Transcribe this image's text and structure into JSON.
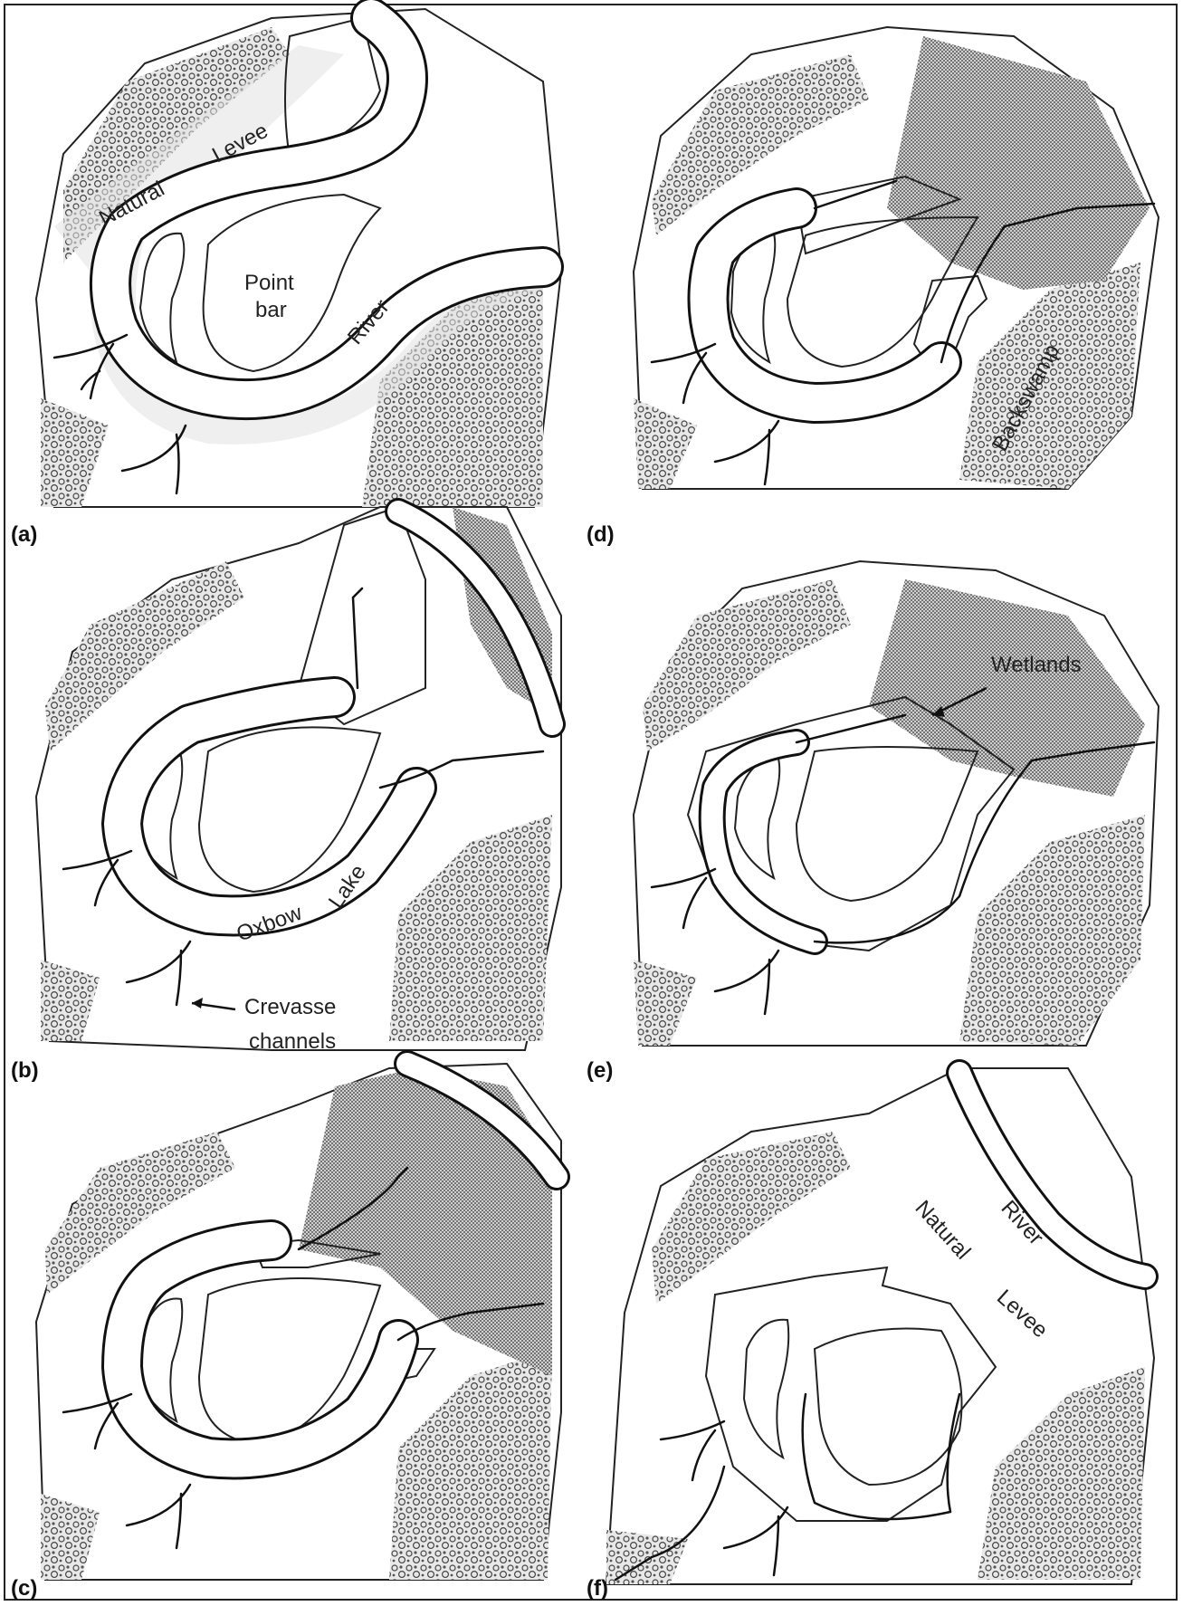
{
  "panels": [
    {
      "id": "a",
      "label": "(a)",
      "texts": {
        "natural": "Natural",
        "levee": "Levee",
        "point": "Point",
        "bar": "bar",
        "river": "River"
      }
    },
    {
      "id": "b",
      "label": "(b)",
      "texts": {
        "oxbow": "Oxbow",
        "lake": "Lake",
        "crevasse": "Crevasse",
        "channels": "channels"
      }
    },
    {
      "id": "c",
      "label": "(c)",
      "texts": {}
    },
    {
      "id": "d",
      "label": "(d)",
      "texts": {
        "backswamp": "Backswamp"
      }
    },
    {
      "id": "e",
      "label": "(e)",
      "texts": {
        "wetlands": "Wetlands"
      }
    },
    {
      "id": "f",
      "label": "(f)",
      "texts": {
        "natural": "Natural",
        "levee": "Levee",
        "river": "River"
      }
    }
  ],
  "colors": {
    "levee": "#e2e2e2",
    "pointbar": "#b6b6b6",
    "floodplain": "#ebebeb",
    "backswamp": "#c8c8c8",
    "wetland": "#d2d2d2",
    "water": "#ffffff",
    "ink": "#111111"
  }
}
